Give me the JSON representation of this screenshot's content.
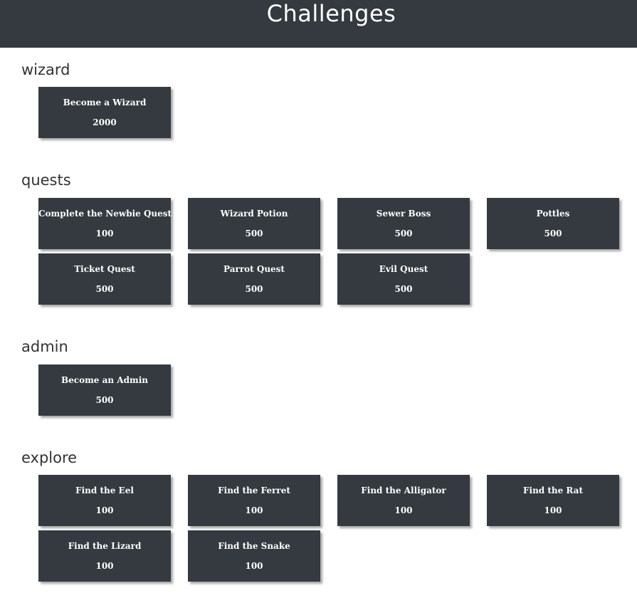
{
  "header": {
    "title": "Challenges"
  },
  "categories": [
    {
      "name": "wizard",
      "challenges": [
        {
          "name": "Become a Wizard",
          "value": "2000"
        }
      ]
    },
    {
      "name": "quests",
      "challenges": [
        {
          "name": "Complete the Newbie Quest",
          "value": "100"
        },
        {
          "name": "Wizard Potion",
          "value": "500"
        },
        {
          "name": "Sewer Boss",
          "value": "500"
        },
        {
          "name": "Pottles",
          "value": "500"
        },
        {
          "name": "Ticket Quest",
          "value": "500"
        },
        {
          "name": "Parrot Quest",
          "value": "500"
        },
        {
          "name": "Evil Quest",
          "value": "500"
        }
      ]
    },
    {
      "name": "admin",
      "challenges": [
        {
          "name": "Become an Admin",
          "value": "500"
        }
      ]
    },
    {
      "name": "explore",
      "challenges": [
        {
          "name": "Find the Eel",
          "value": "100"
        },
        {
          "name": "Find the Ferret",
          "value": "100"
        },
        {
          "name": "Find the Alligator",
          "value": "100"
        },
        {
          "name": "Find the Rat",
          "value": "100"
        },
        {
          "name": "Find the Lizard",
          "value": "100"
        },
        {
          "name": "Find the Snake",
          "value": "100"
        }
      ]
    }
  ]
}
